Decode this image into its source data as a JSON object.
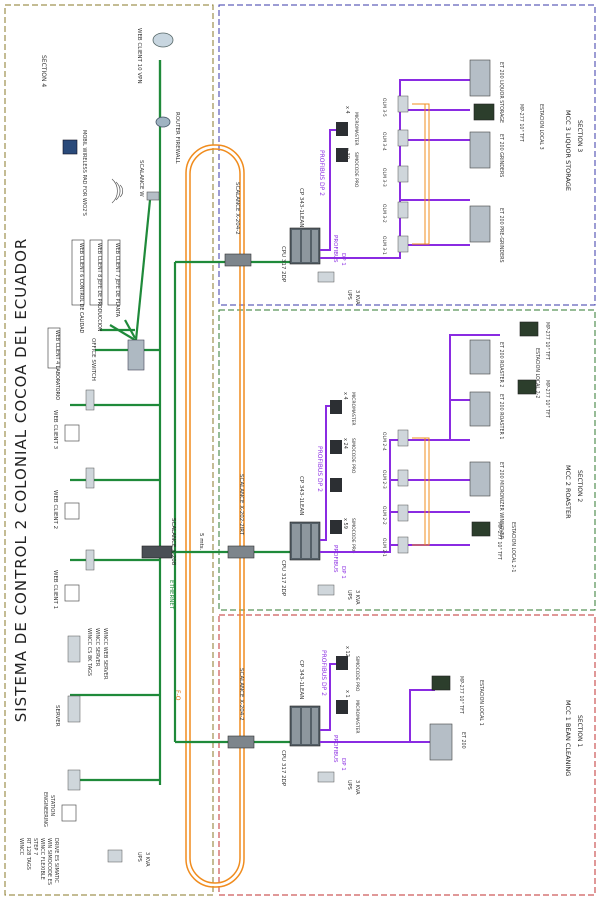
{
  "title": "SISTEMA DE CONTROL 2 COLONIAL COCOA DEL ECUADOR",
  "colors": {
    "ethernet": "#1f8a3a",
    "fiber": "#f08c1e",
    "profibus": "#8a2be2",
    "device": "#9aa5ad",
    "section4_border": "#8a7a2a",
    "section3_border": "#3a3aa8",
    "section2_border": "#2f7a2f",
    "section1_border": "#c03030"
  },
  "section4": {
    "label": "SECTION 4",
    "router_label": "ROUTER FIREWALL",
    "web_client_10": "WEB CLIENT 10 VPN",
    "scalance_w": "SCALANCE W",
    "wireless_pad": "MOBIL WIRELESS PAD FOR WIO2'S",
    "web_client_6": "WEB CLIENT 6 CONTROL DE CALIDAD",
    "web_client_8": "WEB CLIENT 8 JEFE DE PRODUCCION",
    "web_client_7": "WEB CLIENT 7 JEFE DE PLANTA",
    "web_client_4": "WEB CLIENT 4 LABORATORIO",
    "office_switch": "OFFICE SWITCH",
    "web_client_3": "WEB CLIENT 3",
    "web_client_2": "WEB CLIENT 2",
    "web_client_1": "WEB CLIENT 1",
    "scalance_x208": "SCALANCE X-208",
    "ethernet_label": "ETHERNET",
    "fo_label": "F-O",
    "speed_label": "5 mts.",
    "wincc_server_1": "WINCC CS 8K TAGS",
    "wincc_server_2": "WINCC SERVER",
    "wincc_server_3": "WINCC WEB SERVER",
    "server_label": "SERVER",
    "engineering_1": "ENGINEERING",
    "engineering_2": "STATION",
    "wincc_lines": [
      "WINCC",
      "RT 128 TAGS",
      "STEP 7",
      "WINCC FLEXIBLE",
      "WIN SIMOCODE ES",
      "DRIVE ES SIMATIC"
    ],
    "ups_1": "UPS",
    "ups_2": "3 KVA"
  },
  "section3": {
    "title": "MCC 3 LIQUOR STORAGE",
    "subtitle": "SECTION 3",
    "scalance": "SCALANCE X-204-2",
    "cp_label": "CP 343-1LEAN",
    "cpu_label": "CPU 317 2DP",
    "profibus_dp2": "PROFIBUS DP 2",
    "profibus": "PROFIBUS",
    "dp1": "DP 1",
    "micromaster": "MICROMASTER",
    "simocode": "SIMOCODE PRO",
    "count_4": "x 4",
    "count_30": "x 30",
    "olm": [
      "OLM 3-1",
      "OLM 3-2",
      "OLM 3-3",
      "OLM 3-4",
      "OLM 3-5"
    ],
    "et_pre_grinders": "ET 200 PRE-GRINDERS",
    "et_grinders": "ET 200 GRINDERS",
    "et_liquor": "ET 200 LIQUOR STORAGE",
    "mp_label": "MP-277 10\" TFT",
    "estacion": "ESTACION LOCAL 3",
    "ups": "UPS",
    "kva": "3 KVA"
  },
  "section2": {
    "title": "MCC 2 ROASTER",
    "subtitle": "SECTION 2",
    "scalance": "SCALANCE X-202-2IRT",
    "cp_label": "CP 343-1LEAN",
    "cpu_label": "CPU 317 2DP",
    "profibus_dp2": "PROFIBUS DP 2",
    "profibus": "PROFIBUS",
    "dp1": "DP 1",
    "micromaster": "MICROMASTER",
    "simocode": "SIMOCODE PRO",
    "count_4": "x 4",
    "count_24": "x 24",
    "count_59": "x 59",
    "olm": [
      "OLM 2-1",
      "OLM 2-2",
      "OLM 2-3",
      "OLM 2-4"
    ],
    "et_micronizer": "ET 200 MICRONIZER WINNOVER",
    "et_roaster1": "ET 200 ROASTER 1",
    "et_roaster2": "ET 200 ROASTER 2",
    "mp_a": "MP-277 10\" TFT",
    "estacion_a": "ESTACION LOCAL 2-1",
    "mp_b": "MP-277 10\" TFT",
    "mp_c": "MP-277 10\" TFT",
    "estacion_c": "ESTACION LOCAL 2-2",
    "ups": "UPS",
    "kva": "3 KVA"
  },
  "section1": {
    "title": "MCC 1 BEAN CLEANING",
    "subtitle": "SECTION 1",
    "scalance": "SCALANCE X-204-2",
    "cp_label": "CP 343-1LEAN",
    "cpu_label": "CPU 317 2DP",
    "profibus_dp2": "PROFIBUS DP 2",
    "profibus": "PROFIBUS",
    "dp1": "DP 1",
    "micromaster": "MICROMASTER",
    "simocode": "SIMOCODE PRO",
    "count_1": "x 1",
    "count_12": "x 12",
    "et_label": "ET 200",
    "mp_label": "MP-277 10\" TFT",
    "estacion": "ESTACION LOCAL 1",
    "ups": "UPS",
    "kva": "3 KVA"
  }
}
